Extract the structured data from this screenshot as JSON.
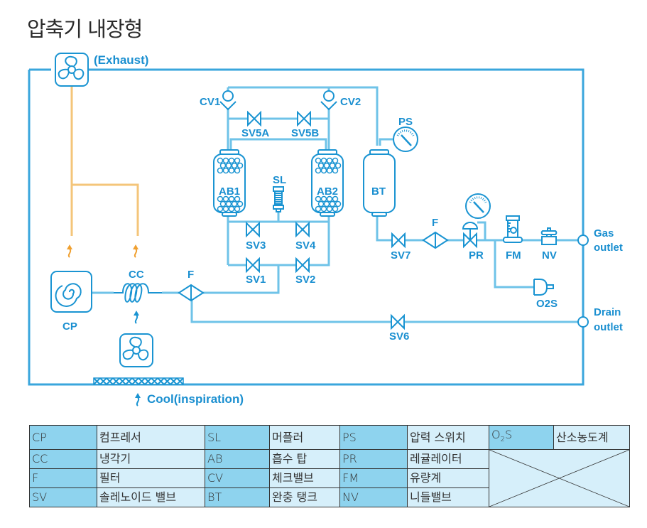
{
  "title": "압축기 내장형",
  "diagram": {
    "labels": {
      "exhaust": "(Exhaust)",
      "cool": "Cool(inspiration)",
      "cp": "CP",
      "cc": "CC",
      "f1": "F",
      "f2": "F",
      "cv1": "CV1",
      "cv2": "CV2",
      "sv5a": "SV5A",
      "sv5b": "SV5B",
      "ab1": "AB1",
      "ab2": "AB2",
      "sl": "SL",
      "sv3": "SV3",
      "sv4": "SV4",
      "sv1": "SV1",
      "sv2": "SV2",
      "bt": "BT",
      "ps": "PS",
      "sv7": "SV7",
      "pr": "PR",
      "fm": "FM",
      "nv": "NV",
      "o2s": "O2S",
      "sv6": "SV6",
      "gas_outlet_1": "Gas",
      "gas_outlet_2": "outlet",
      "drain_outlet_1": "Drain",
      "drain_outlet_2": "outlet"
    },
    "colors": {
      "pipe": "#6fc3e8",
      "symbol": "#1a94d2",
      "exhaust_line": "#f4c57a",
      "heat_arrow": "#f0a030"
    }
  },
  "legend": {
    "rows": [
      [
        {
          "k": "CP",
          "v": "컴프레서"
        },
        {
          "k": "SL",
          "v": "머플러"
        },
        {
          "k": "PS",
          "v": "압력 스위치"
        },
        {
          "k": "O2S",
          "v": "산소농도계"
        }
      ],
      [
        {
          "k": "CC",
          "v": "냉각기"
        },
        {
          "k": "AB",
          "v": "흡수 탑"
        },
        {
          "k": "PR",
          "v": "레귤레이터"
        }
      ],
      [
        {
          "k": "F",
          "v": "필터"
        },
        {
          "k": "CV",
          "v": "체크밸브"
        },
        {
          "k": "FM",
          "v": "유량계"
        }
      ],
      [
        {
          "k": "SV",
          "v": "솔레노이드 밸브"
        },
        {
          "k": "BT",
          "v": "완충 탱크"
        },
        {
          "k": "NV",
          "v": "니들밸브"
        }
      ]
    ],
    "o2s_key_prefix": "O",
    "o2s_key_sub": "2",
    "o2s_key_suffix": "S"
  }
}
